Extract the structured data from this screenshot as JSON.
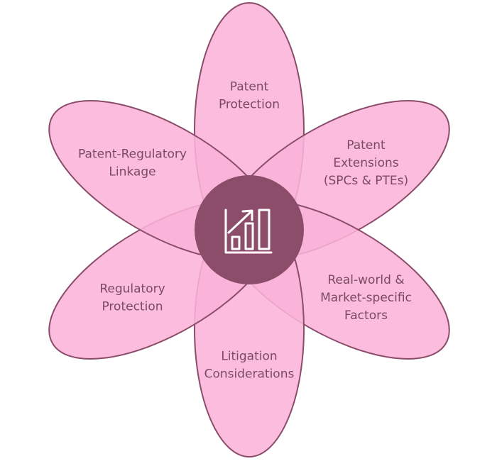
{
  "colors": {
    "petal_fill": "#fbb3d8",
    "petal_stroke": "#8b4c6a",
    "center_fill": "#8c4d6b",
    "icon_stroke": "#ffffff",
    "label_color": "#7a4a62"
  },
  "center": {
    "icon": "chart-growth-icon"
  },
  "petals": [
    {
      "lines": [
        "Patent",
        "Protection"
      ]
    },
    {
      "lines": [
        "Patent",
        "Extensions",
        "(SPCs & PTEs)"
      ]
    },
    {
      "lines": [
        "Real-world &",
        "Market-specific",
        "Factors"
      ]
    },
    {
      "lines": [
        "Litigation",
        "Considerations"
      ]
    },
    {
      "lines": [
        "Regulatory",
        "Protection"
      ]
    },
    {
      "lines": [
        "Patent-Regulatory",
        "Linkage"
      ]
    }
  ]
}
